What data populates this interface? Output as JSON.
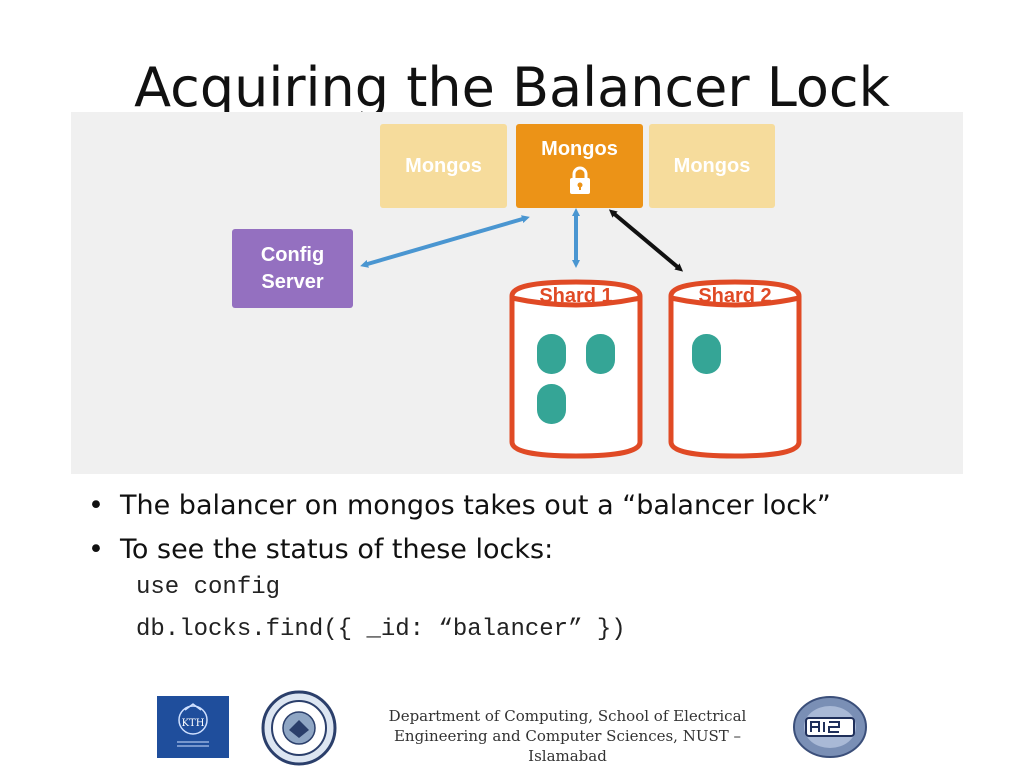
{
  "slide": {
    "title": "Acquiring the Balancer Lock"
  },
  "diagram": {
    "mongos_left": "Mongos",
    "mongos_center": "Mongos",
    "mongos_right": "Mongos",
    "config_line1": "Config",
    "config_line2": "Server",
    "shard1": "Shard 1",
    "shard2": "Shard 2",
    "colors": {
      "mongos_light": "#f6dc9c",
      "mongos_active": "#ec9317",
      "config": "#9470c0",
      "shard_outline": "#e04a25",
      "chunk": "#35a596",
      "arrow_blue": "#4a96d1",
      "arrow_black": "#111111"
    }
  },
  "bullets": [
    "The balancer on mongos takes out a “balancer lock”",
    "To see the status of these locks:"
  ],
  "code": [
    "use config",
    "db.locks.find({ _id: “balancer” })"
  ],
  "footer": {
    "line1": "Department of Computing, School of Electrical",
    "line2": "Engineering and Computer Sciences, NUST –",
    "line3": "Islamabad",
    "kth_logo_text": "KTH"
  }
}
